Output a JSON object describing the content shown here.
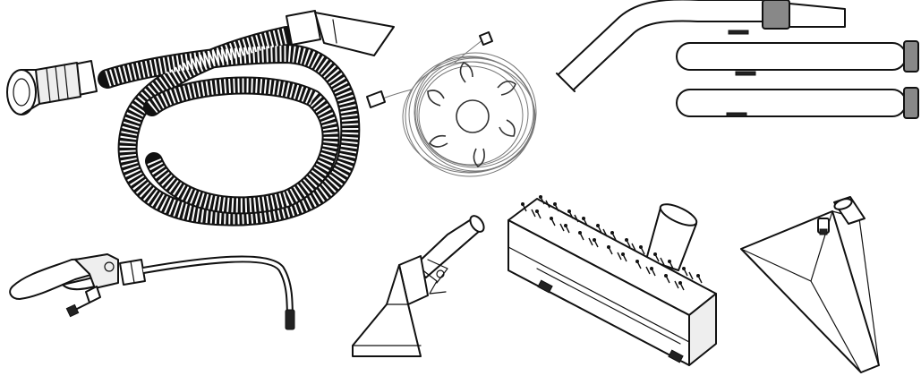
{
  "image": {
    "background": "#ffffff",
    "line_color": "#111111",
    "accent_gray": "#888888",
    "items": [
      {
        "id": "flexible-hose",
        "icon": "hose-icon"
      },
      {
        "id": "coiled-solution-line",
        "icon": "coiled-tube-icon"
      },
      {
        "id": "extension-wands",
        "icon": "wand-tubes-icon"
      },
      {
        "id": "spray-trigger-handle",
        "icon": "trigger-gun-icon"
      },
      {
        "id": "upholstery-tool",
        "icon": "hand-tool-icon"
      },
      {
        "id": "bristle-brush-head",
        "icon": "brush-icon"
      },
      {
        "id": "floor-nozzle",
        "icon": "floor-tool-icon"
      }
    ]
  }
}
